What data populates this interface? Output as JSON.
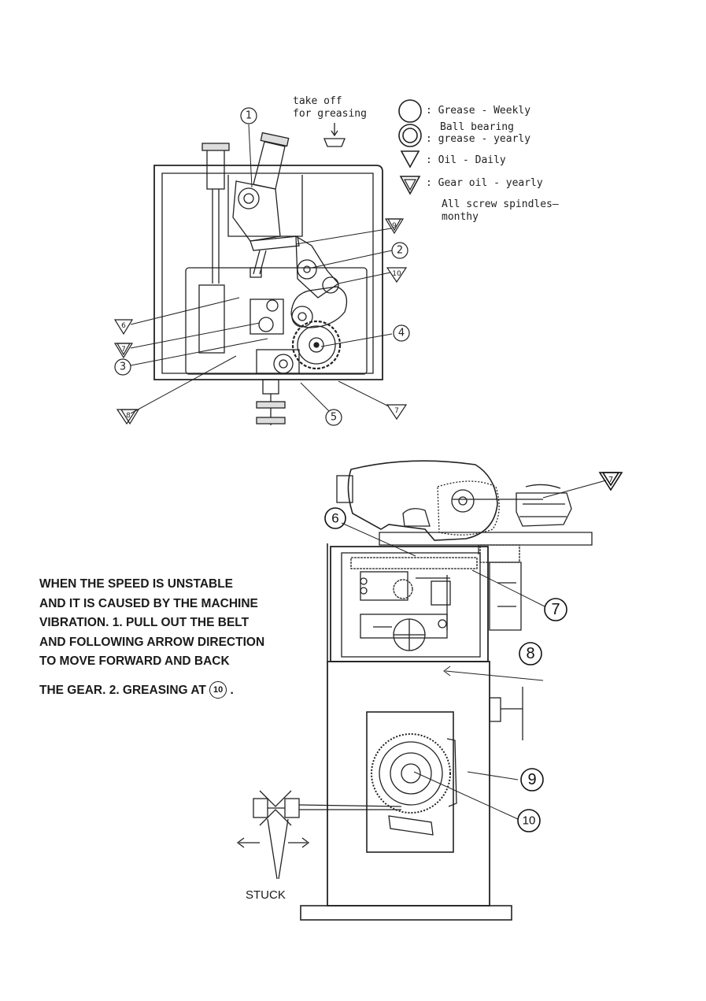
{
  "top_diagram": {
    "take_off_label_line1": "take off",
    "take_off_label_line2": "for greasing",
    "callouts": {
      "c1": "1",
      "c2": "2",
      "c3": "3",
      "c4": "4",
      "c5": "5",
      "t6": "6",
      "t7a": "7",
      "t7b": "7",
      "t8": "8",
      "t9": "9",
      "t10": "10"
    }
  },
  "legend": {
    "grease": ": Grease - Weekly",
    "ball_bearing_1": "Ball bearing",
    "ball_bearing_2": ": grease - yearly",
    "oil": ": Oil - Daily",
    "gear_oil": ": Gear oil - yearly",
    "spindles_1": "All screw spindles—",
    "spindles_2": "monthy"
  },
  "note": {
    "line1": "WHEN THE SPEED IS UNSTABLE",
    "line2": "AND IT IS CAUSED BY THE MACHINE",
    "line3": "VIBRATION. 1. PULL OUT THE BELT",
    "line4": "AND FOLLOWING ARROW DIRECTION",
    "line5": "TO MOVE FORWARD AND BACK",
    "line6_prefix": "THE GEAR. 2. GREASING AT",
    "line6_ref": "10",
    "line6_suffix": " ."
  },
  "bottom_diagram": {
    "callouts": {
      "c6": "6",
      "c7": "7",
      "c8": "8",
      "c9": "9",
      "c10": "10",
      "t7": "7"
    },
    "stuck_label": "STUCK"
  }
}
